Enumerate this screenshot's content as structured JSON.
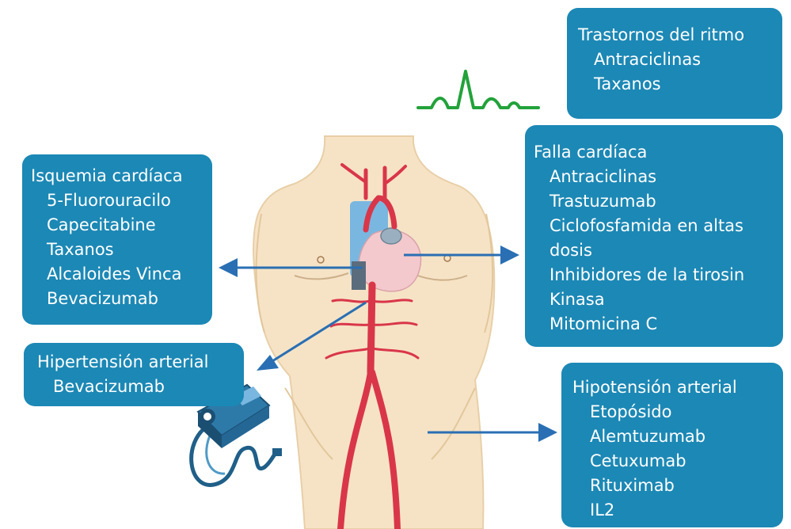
{
  "boxes": {
    "ritmo": {
      "title": "Trastornos del ritmo",
      "items": [
        "Antraciclinas",
        "Taxanos"
      ]
    },
    "falla": {
      "title": "Falla cardíaca",
      "items": [
        "Antraciclinas",
        "Trastuzumab",
        "Ciclofosfamida en altas dosis",
        "Inhibidores de la tirosin Kinasa",
        "Mitomicina C"
      ]
    },
    "isquemia": {
      "title": "Isquemia cardíaca",
      "items": [
        "5-Fluorouracilo",
        "Capecitabine",
        "Taxanos",
        "Alcaloides Vinca",
        "Bevacizumab"
      ]
    },
    "hta": {
      "title": "Hipertensión arterial",
      "items": [
        "Bevacizumab"
      ]
    },
    "hipo": {
      "title": "Hipotensión arterial",
      "items": [
        "Etopósido",
        "Alemtuzumab",
        "Cetuxumab",
        "Rituximab",
        "IL2"
      ]
    }
  },
  "colors": {
    "box": "#1c88b5",
    "arrow": "#2a6fb3",
    "ecg": "#22a23a",
    "skin": "#f6e3c6",
    "artery": "#d9364a",
    "heart": "#f3c9cd",
    "vein": "#7ab7e0",
    "device": "#1f5f88"
  },
  "illustration": {
    "subject": "torso with arterial system and heart",
    "icons": [
      "ecg-wave-icon",
      "blood-pressure-monitor-icon"
    ]
  }
}
